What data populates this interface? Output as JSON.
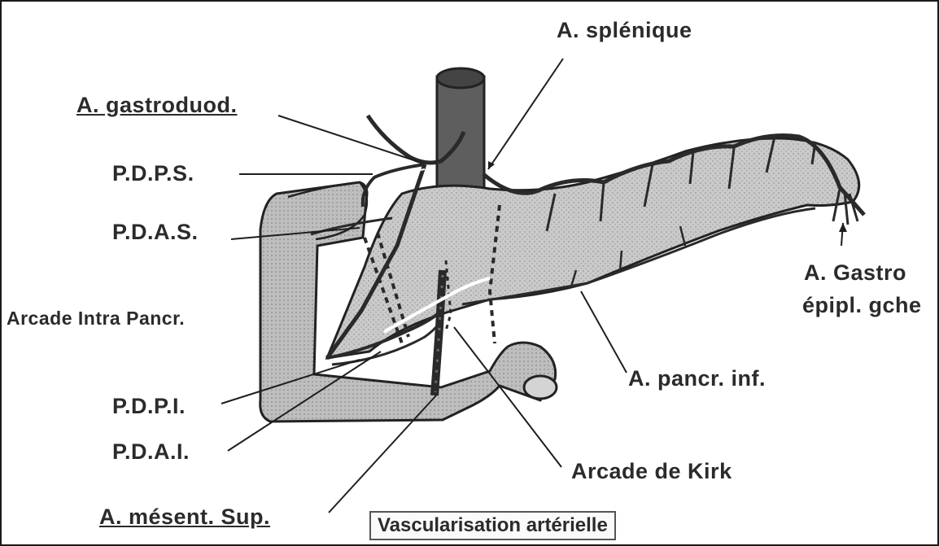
{
  "labels": {
    "a_splenique": "A. splénique",
    "a_gastroduod": "A. gastroduod.",
    "pdps": "P.D.P.S.",
    "pdas": "P.D.A.S.",
    "arcade_intra": "Arcade Intra Pancr.",
    "a_gastro_1": "A. Gastro",
    "a_gastro_2": "épipl. gche",
    "a_pancr_inf": "A. pancr. inf.",
    "pdpi": "P.D.P.I.",
    "pdai": "P.D.A.I.",
    "arcade_kirk": "Arcade de Kirk",
    "a_mesent_sup": "A. mésent. Sup."
  },
  "caption": "Vascularisation artérielle",
  "colors": {
    "pancreas_fill": "#c9c9c9",
    "duodenum_fill": "#bdbdbd",
    "vessel_dark": "#3a3a3a",
    "aorta_fill": "#5e5e5e",
    "text": "#2b2b2b"
  }
}
